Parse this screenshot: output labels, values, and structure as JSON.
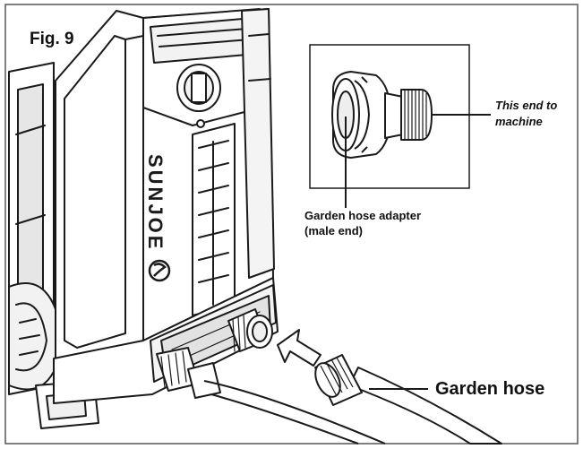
{
  "figure": {
    "label": "Fig. 9",
    "brand_text": "SUNJOE",
    "callouts": {
      "machine_end": "This end to\nmachine",
      "adapter": "Garden hose adapter\n(male end)",
      "garden_hose": "Garden hose"
    }
  },
  "icons": {
    "pressure_washer": "pressure-washer-illustration",
    "adapter": "hose-adapter-illustration",
    "arrow": "insertion-arrow-icon"
  },
  "colors": {
    "line": "#1a1a1a",
    "fill": "#ffffff",
    "shade": "#dcdcdc"
  }
}
